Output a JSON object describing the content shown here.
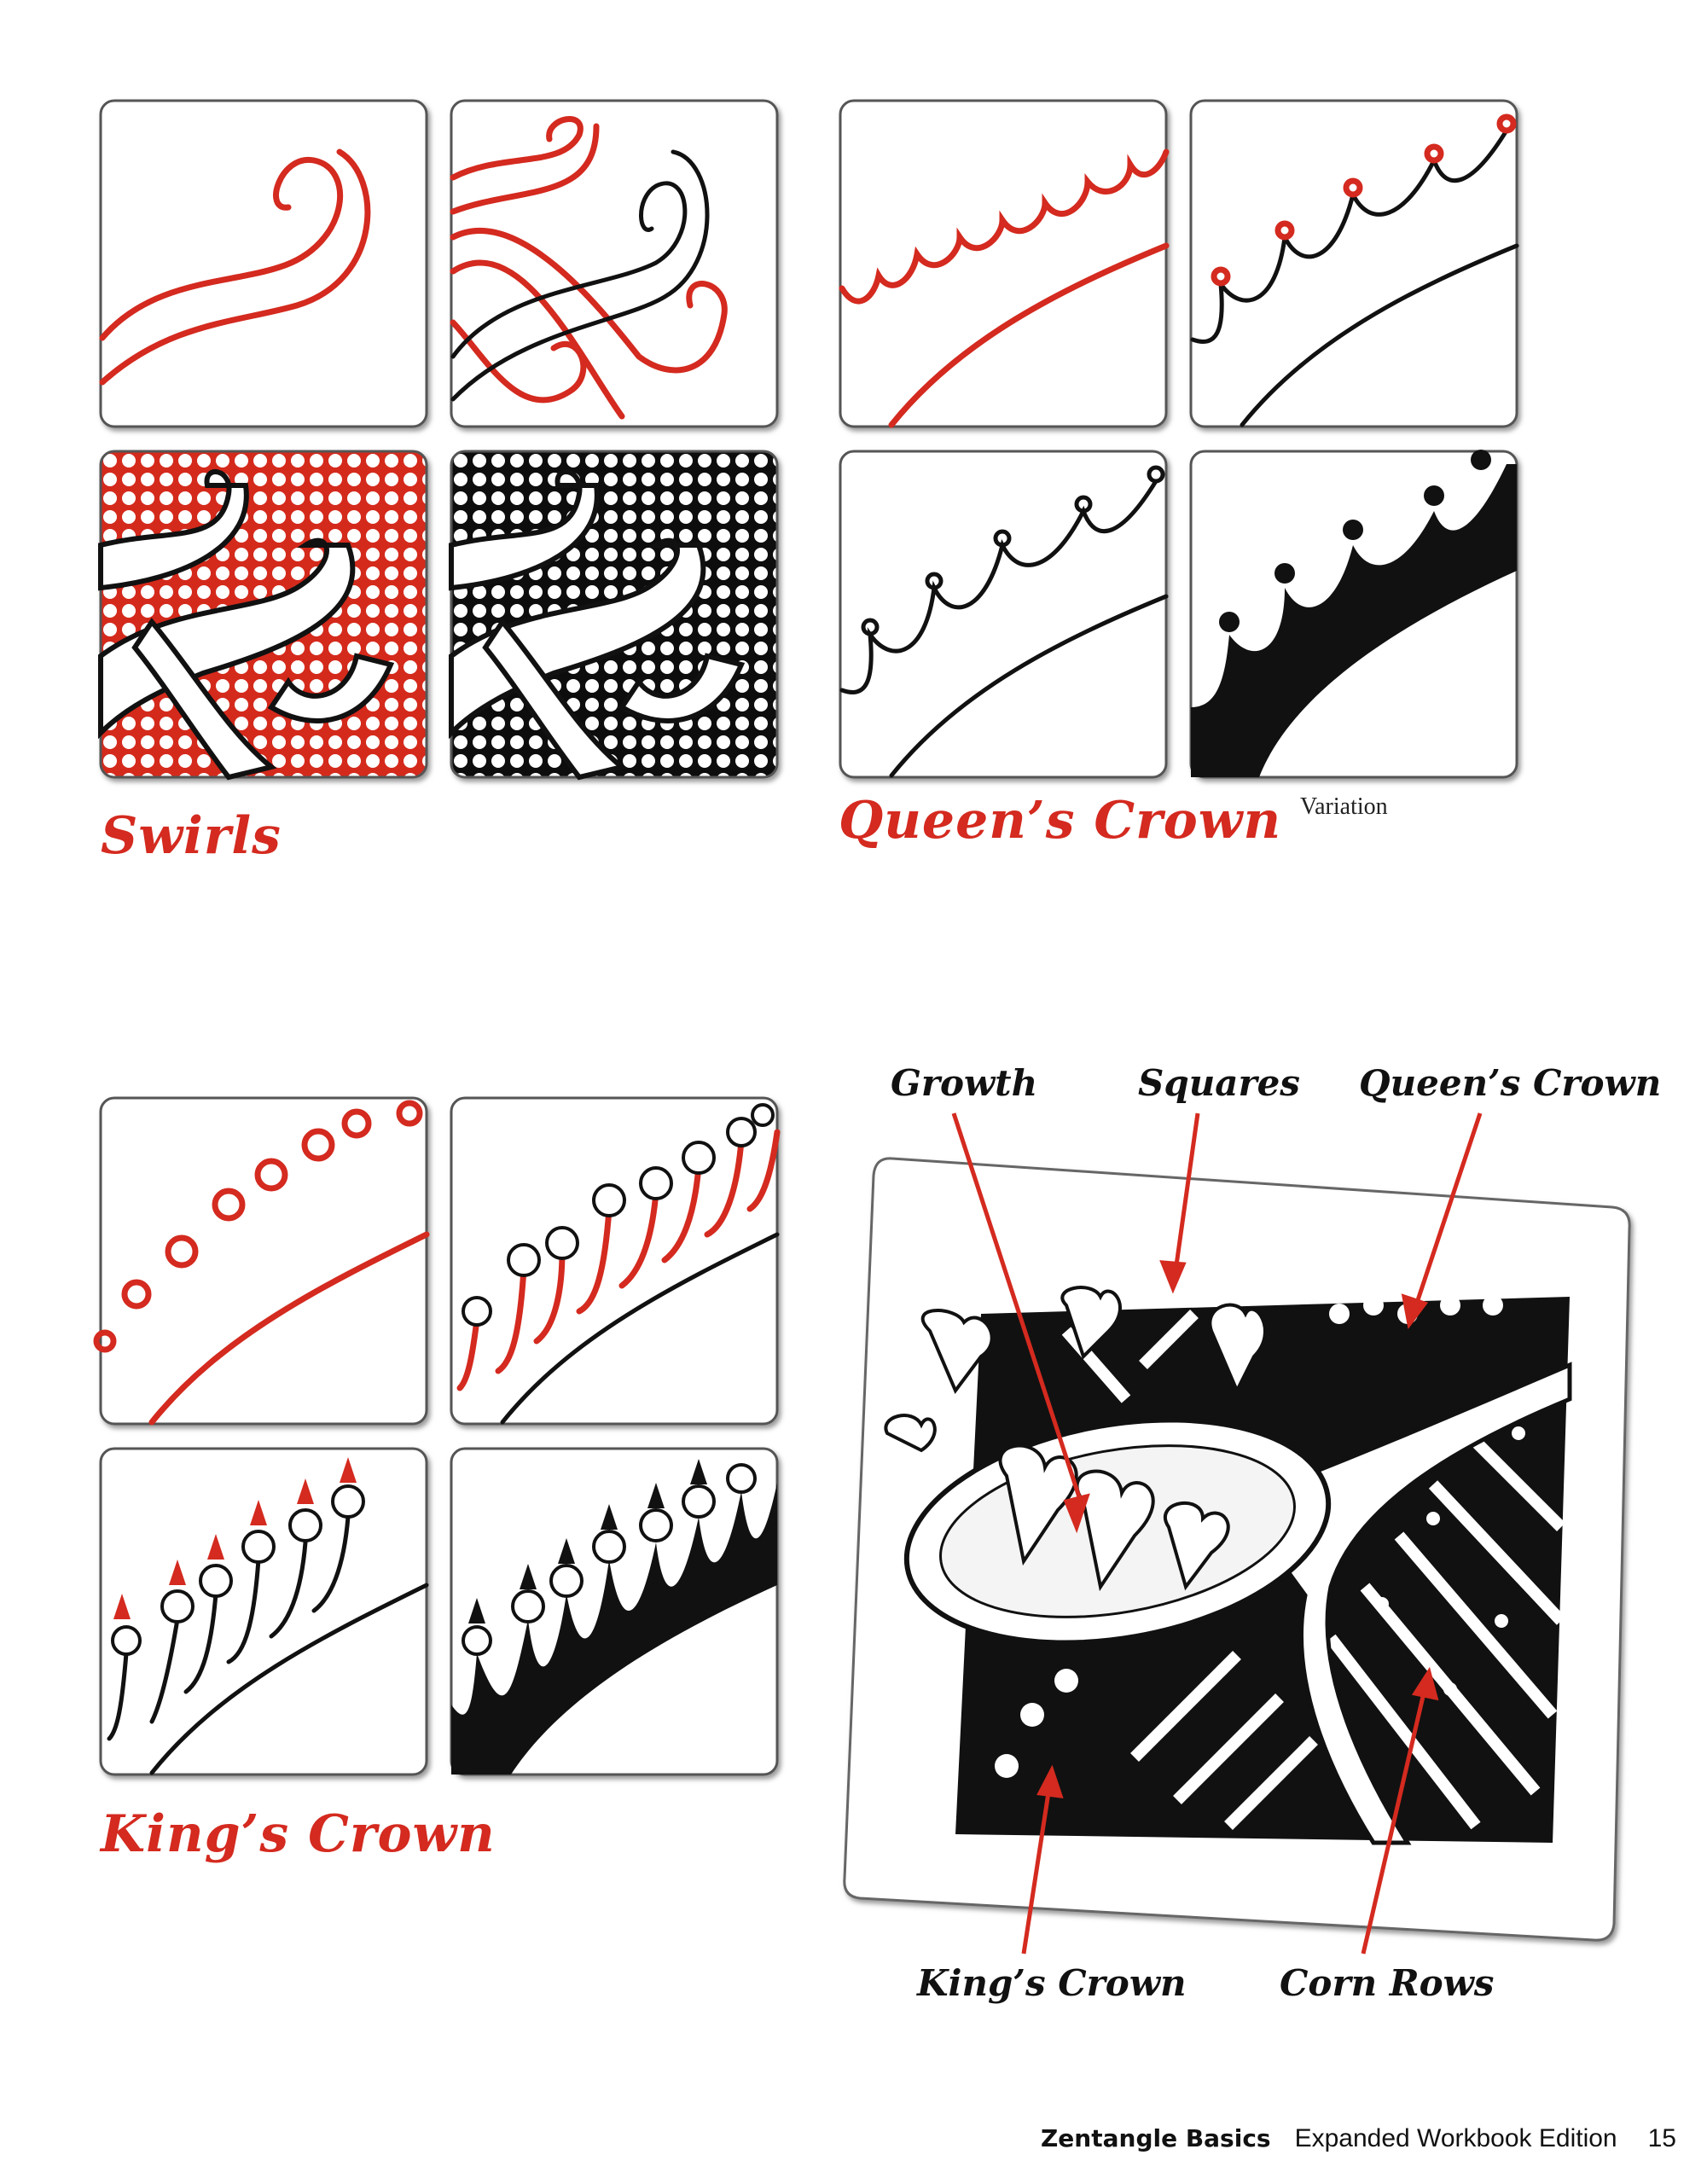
{
  "sections": {
    "swirls": {
      "title": "Swirls"
    },
    "queens_crown": {
      "title": "Queen’s Crown",
      "variation_label": "Variation"
    },
    "kings_crown": {
      "title": "King’s Crown"
    }
  },
  "example_tile": {
    "callouts": [
      "Growth",
      "Squares",
      "Queen’s Crown",
      "King’s Crown",
      "Corn Rows"
    ]
  },
  "footer": {
    "book_title": "Zentangle Basics",
    "edition": "Expanded Workbook Edition",
    "page_number": "15"
  },
  "colors": {
    "accent_red": "#d42a1f",
    "ink": "#111111"
  }
}
